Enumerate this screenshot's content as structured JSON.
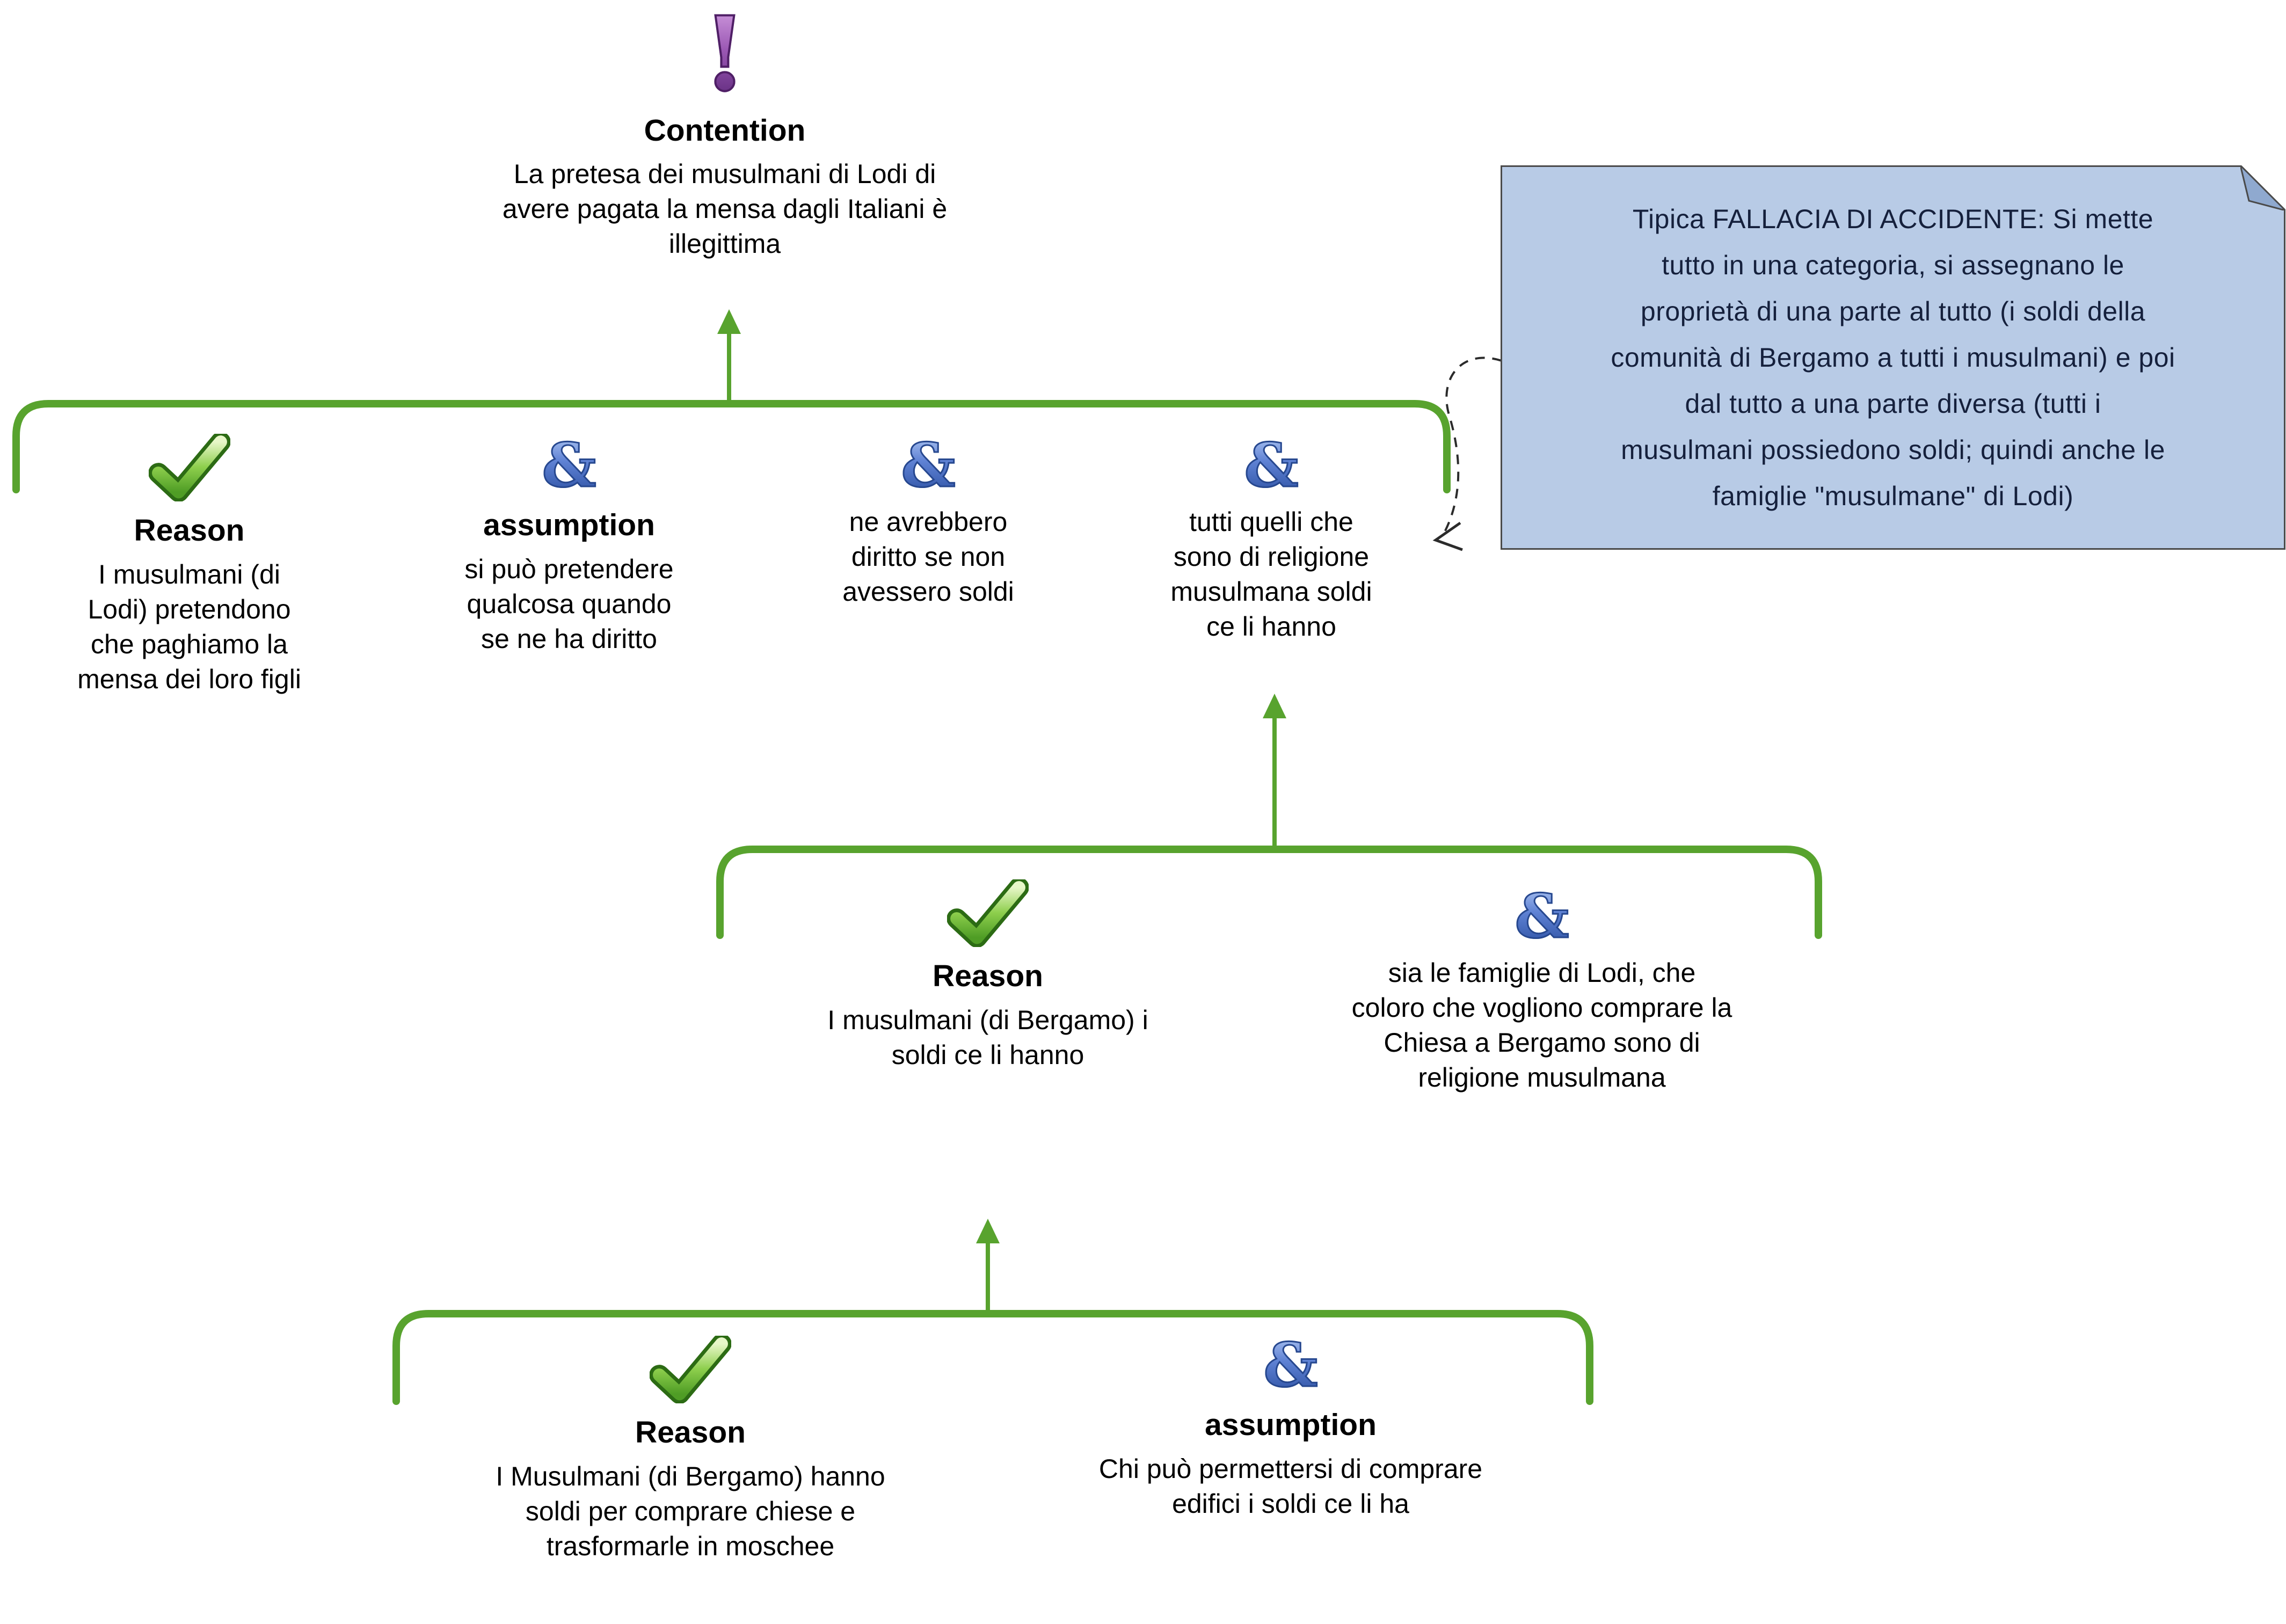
{
  "colors": {
    "connector_green": "#58a32e",
    "ampersand_blue": "#3c5fae",
    "check_green": "#6cbf35",
    "exclamation_purple": "#7c3f96",
    "note_background": "#b8cbe6",
    "note_border": "#4a4a4a",
    "note_text": "#15203c",
    "body_text": "#000000"
  },
  "nodes": {
    "contention": {
      "icon": "exclamation-icon",
      "title": "Contention",
      "text": "La pretesa dei musulmani di Lodi di\navere pagata la mensa dagli Italiani è\nillegittima"
    },
    "reason1": {
      "icon": "check-icon",
      "title": "Reason",
      "text": "I musulmani (di\nLodi) pretendono\nche paghiamo la\nmensa dei loro figli"
    },
    "assumption1": {
      "icon": "ampersand-icon",
      "title": "assumption",
      "text": "si può pretendere\nqualcosa quando\nse ne ha diritto"
    },
    "copremise1": {
      "icon": "ampersand-icon",
      "text": "ne avrebbero\ndiritto se non\navessero soldi"
    },
    "copremise2": {
      "icon": "ampersand-icon",
      "text": "tutti quelli che\nsono di religione\nmusulmana soldi\nce li hanno"
    },
    "reason2": {
      "icon": "check-icon",
      "title": "Reason",
      "text": "I musulmani (di Bergamo) i\nsoldi ce li hanno"
    },
    "copremise3": {
      "icon": "ampersand-icon",
      "text": "sia le famiglie di Lodi, che\ncoloro che vogliono comprare la\nChiesa a Bergamo sono di\nreligione musulmana"
    },
    "reason3": {
      "icon": "check-icon",
      "title": "Reason",
      "text": "I Musulmani (di Bergamo) hanno\nsoldi per comprare chiese e\ntrasformarle in moschee"
    },
    "assumption2": {
      "icon": "ampersand-icon",
      "title": "assumption",
      "text": "Chi può permettersi di comprare\nedifici i soldi ce li ha"
    }
  },
  "note": {
    "text": "Tipica FALLACIA DI ACCIDENTE: Si mette\ntutto in una categoria, si assegnano le\nproprietà di una parte al tutto (i soldi della\ncomunità di Bergamo a tutti i musulmani) e poi\ndal tutto a una parte diversa (tutti i\nmusulmani possiedono soldi; quindi anche le\nfamiglie \"musulmane\" di Lodi)"
  }
}
